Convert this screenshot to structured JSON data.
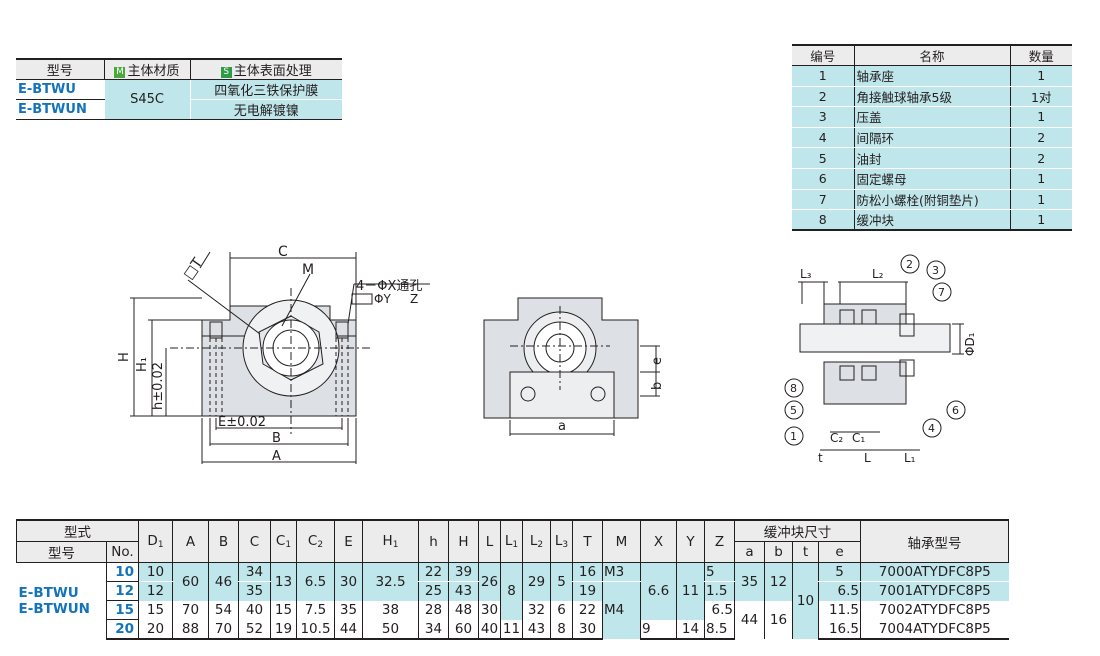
{
  "material_table": {
    "headers": {
      "model": "型号",
      "material": "主体材质",
      "surface": "主体表面处理",
      "material_badge": "M",
      "surface_badge": "S"
    },
    "rows": [
      {
        "model": "E-BTWU",
        "surface": "四氧化三铁保护膜"
      },
      {
        "model": "E-BTWUN",
        "surface": "无电解镀镍"
      }
    ],
    "material": "S45C"
  },
  "parts_table": {
    "headers": [
      "编号",
      "名称",
      "数量"
    ],
    "rows": [
      {
        "no": "1",
        "name": "轴承座",
        "qty": "1"
      },
      {
        "no": "2",
        "name": "角接触球轴承5级",
        "qty": "1对"
      },
      {
        "no": "3",
        "name": "压盖",
        "qty": "1"
      },
      {
        "no": "4",
        "name": "间隔环",
        "qty": "2"
      },
      {
        "no": "5",
        "name": "油封",
        "qty": "2"
      },
      {
        "no": "6",
        "name": "固定螺母",
        "qty": "1"
      },
      {
        "no": "7",
        "name": "防松小螺栓(附铜垫片)",
        "qty": "1"
      },
      {
        "no": "8",
        "name": "缓冲块",
        "qty": "1"
      }
    ]
  },
  "drawing_front": {
    "dim_C": "C",
    "dim_T": "□T",
    "dim_M": "M",
    "hole_note_1": "4－ΦX通孔",
    "hole_note_2": "ΦY",
    "hole_note_3": "Z",
    "dim_H": "H",
    "dim_H1": "H₁",
    "dim_h": "h±0.02",
    "dim_E": "E±0.02",
    "dim_B": "B",
    "dim_A": "A"
  },
  "drawing_side": {
    "dim_e": "e",
    "dim_b": "b",
    "dim_a": "a"
  },
  "drawing_section": {
    "dim_L3": "L₃",
    "dim_L2": "L₂",
    "dim_D1": "ΦD₁",
    "dim_C2": "C₂",
    "dim_C1": "C₁",
    "dim_t": "t",
    "dim_L": "L",
    "dim_L1": "L₁",
    "callouts": [
      "1",
      "2",
      "3",
      "4",
      "5",
      "6",
      "7",
      "8"
    ]
  },
  "dim_table": {
    "header_type": "型式",
    "header_model": "型号",
    "header_no": "No.",
    "columns": [
      "D1",
      "A",
      "B",
      "C",
      "C1",
      "C2",
      "E",
      "H1",
      "h",
      "H",
      "L",
      "L1",
      "L2",
      "L3",
      "T",
      "M",
      "X",
      "Y",
      "Z"
    ],
    "column_labels": {
      "D1": "D",
      "C1": "C",
      "C2": "C",
      "H1": "H",
      "L1": "L",
      "L2": "L",
      "L3": "L"
    },
    "column_subs": {
      "D1": "1",
      "C1": "1",
      "C2": "2",
      "H1": "1",
      "L1": "1",
      "L2": "2",
      "L3": "3"
    },
    "buffer_header": "缓冲块尺寸",
    "buffer_cols": [
      "a",
      "b",
      "t",
      "e"
    ],
    "bearing_header": "轴承型号",
    "models": [
      "E-BTWU",
      "E-BTWUN"
    ],
    "rows": [
      {
        "no": "10",
        "D1": "10",
        "A": "60",
        "B": "46",
        "C": "34",
        "C1": "13",
        "C2": "6.5",
        "E": "30",
        "H1": "32.5",
        "h": "22",
        "H": "39",
        "L": "26",
        "L1": "8",
        "L2": "29",
        "L3": "5",
        "T": "16",
        "M": "M3",
        "X": "6.6",
        "Y": "11",
        "Z": "5",
        "a": "35",
        "b": "12",
        "t": "10",
        "e": "5",
        "bearing": "7000ATYDFC8P5"
      },
      {
        "no": "12",
        "D1": "12",
        "T": "19",
        "C": "35",
        "h": "25",
        "H": "43",
        "Z": "1.5",
        "e": "6.5",
        "bearing": "7001ATYDFC8P5"
      },
      {
        "no": "15",
        "D1": "15",
        "A": "70",
        "B": "54",
        "C": "40",
        "C1": "15",
        "C2": "7.5",
        "E": "35",
        "H1": "38",
        "h": "28",
        "H": "48",
        "L": "30",
        "L2": "32",
        "L3": "6",
        "T": "22",
        "M": "M4",
        "Z": "6.5",
        "a": "44",
        "b": "16",
        "e": "11.5",
        "bearing": "7002ATYDFC8P5"
      },
      {
        "no": "20",
        "D1": "20",
        "A": "88",
        "B": "70",
        "C": "52",
        "C1": "19",
        "C2": "10.5",
        "E": "44",
        "H1": "50",
        "h": "34",
        "H": "60",
        "L": "40",
        "L1": "11",
        "L2": "43",
        "L3": "8",
        "T": "30",
        "X": "9",
        "Y": "14",
        "Z": "8.5",
        "e": "16.5",
        "bearing": "7004ATYDFC8P5"
      }
    ]
  }
}
